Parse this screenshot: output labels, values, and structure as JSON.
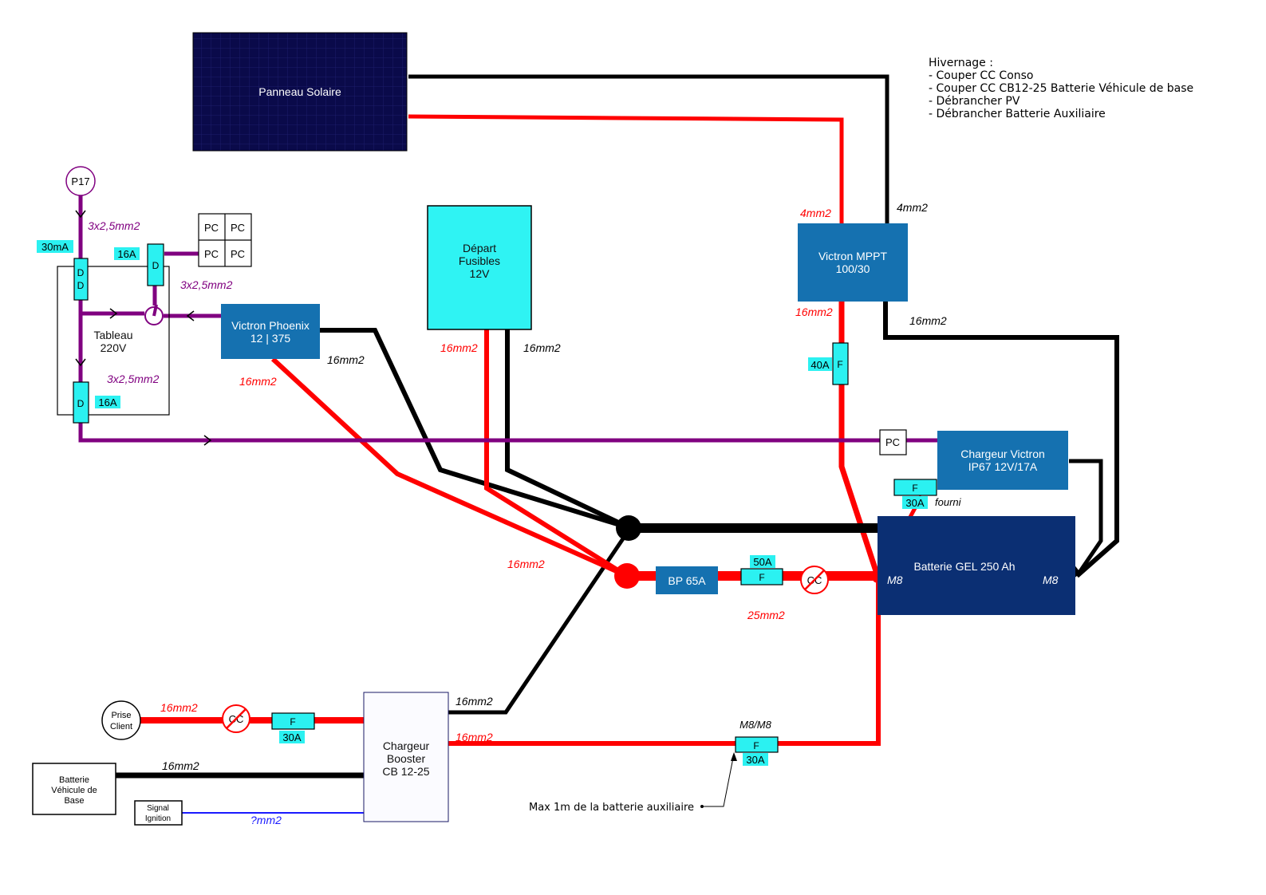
{
  "colors": {
    "wire_black": "#000000",
    "wire_red": "#ff0000",
    "wire_purple": "#800080",
    "wire_blue": "#1a1aff",
    "fuse_cyan": "#2bf1f1",
    "victron_blue": "#1571b0",
    "battery_navy": "#0b2f73",
    "solar_navy": "#0a0a4a",
    "depart_cyan": "#2ff3f3",
    "label_purple": "#800080",
    "label_red": "#ff0000"
  },
  "notes": {
    "title": "Hivernage :",
    "lines": [
      "- Couper CC Conso",
      "- Couper CC CB12-25 Batterie Véhicule de base",
      "- Débrancher PV",
      "- Débrancher Batterie Auxiliaire"
    ]
  },
  "components": {
    "solar_panel": "Panneau Solaire",
    "depart_fusibles": [
      "Départ",
      "Fusibles",
      "12V"
    ],
    "mppt": [
      "Victron MPPT",
      "100/30"
    ],
    "phoenix": [
      "Victron Phoenix",
      "12 | 375"
    ],
    "chargeur_victron": [
      "Chargeur Victron",
      "IP67 12V/17A"
    ],
    "batterie_gel": "Batterie GEL 250 Ah",
    "bp": "BP 65A",
    "booster": [
      "Chargeur",
      "Booster",
      "CB 12-25"
    ],
    "batterie_vehicule": [
      "Batterie",
      "Véhicule de",
      "Base"
    ],
    "signal_ignition": [
      "Signal",
      "Ignition"
    ],
    "prise_client": [
      "Prise",
      "Client"
    ],
    "tableau": [
      "Tableau",
      "220V"
    ],
    "p17": "P17",
    "pc": "PC",
    "cc": "CC",
    "m8": "M8",
    "breaker_d": "D"
  },
  "fuses": {
    "f_label": "F",
    "mppt_fuse": "40A",
    "main_fuse": "50A",
    "charger_fuse": "30A",
    "charger_fuse_note": "fourni",
    "booster_in_fuse": "30A",
    "booster_out_fuse": "30A",
    "booster_out_note": "M8/M8",
    "rcd": "30mA",
    "breaker_pc": "16A",
    "breaker_out": "16A"
  },
  "wire_labels": {
    "pv_red": "4mm2",
    "pv_black": "4mm2",
    "mppt_red": "16mm2",
    "mppt_black": "16mm2",
    "p17_cable": "3x2,5mm2",
    "pc_cable": "3x2,5mm2",
    "tableau_out_cable": "3x2,5mm2",
    "phoenix_red": "16mm2",
    "phoenix_black": "16mm2",
    "depart_red": "16mm2",
    "depart_black": "16mm2",
    "bus_red": "16mm2",
    "main_red": "25mm2",
    "prise_red": "16mm2",
    "booster_black": "16mm2",
    "booster_red": "16mm2",
    "vehicule_black": "16mm2",
    "ignition": "?mm2"
  },
  "annotation": "Max 1m de la batterie auxiliaire"
}
